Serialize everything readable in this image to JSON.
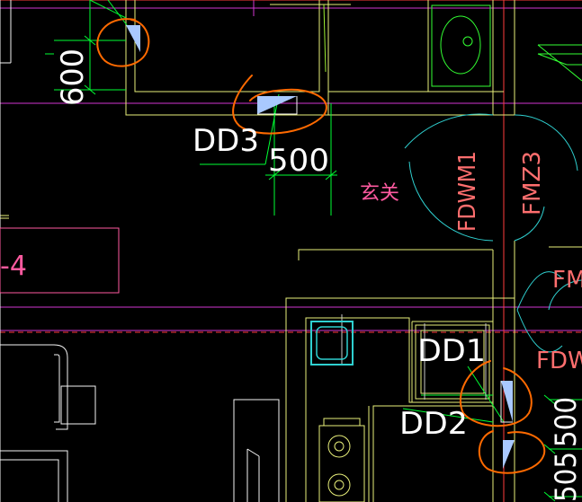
{
  "colors": {
    "background": "#000000",
    "wall": "#e8ef7a",
    "axis": "#d236d2",
    "red_axis": "#ff3c3c",
    "dimension": "#00ff33",
    "white_line": "#f5f5f5",
    "door_arc": "#2fd0d0",
    "fixture": "#33ff33",
    "device_fill": "#a9c9ff",
    "markup": "#ff6a00",
    "door_label": "#ff6e6e",
    "room_label": "#ff5aa0",
    "white_text": "#ffffff"
  },
  "labels": {
    "dd3": "DD3",
    "dd1": "DD1",
    "dd2": "DD2",
    "dim_600": "600",
    "dim_500": "500",
    "dim_500_right": "500",
    "dim_505": "505",
    "room": "玄关",
    "fdwm1": "FDWM1",
    "fmz3": "FMZ3",
    "fm_partial": "FM",
    "fdw_partial": "FDW",
    "grid_tag": "-4"
  }
}
